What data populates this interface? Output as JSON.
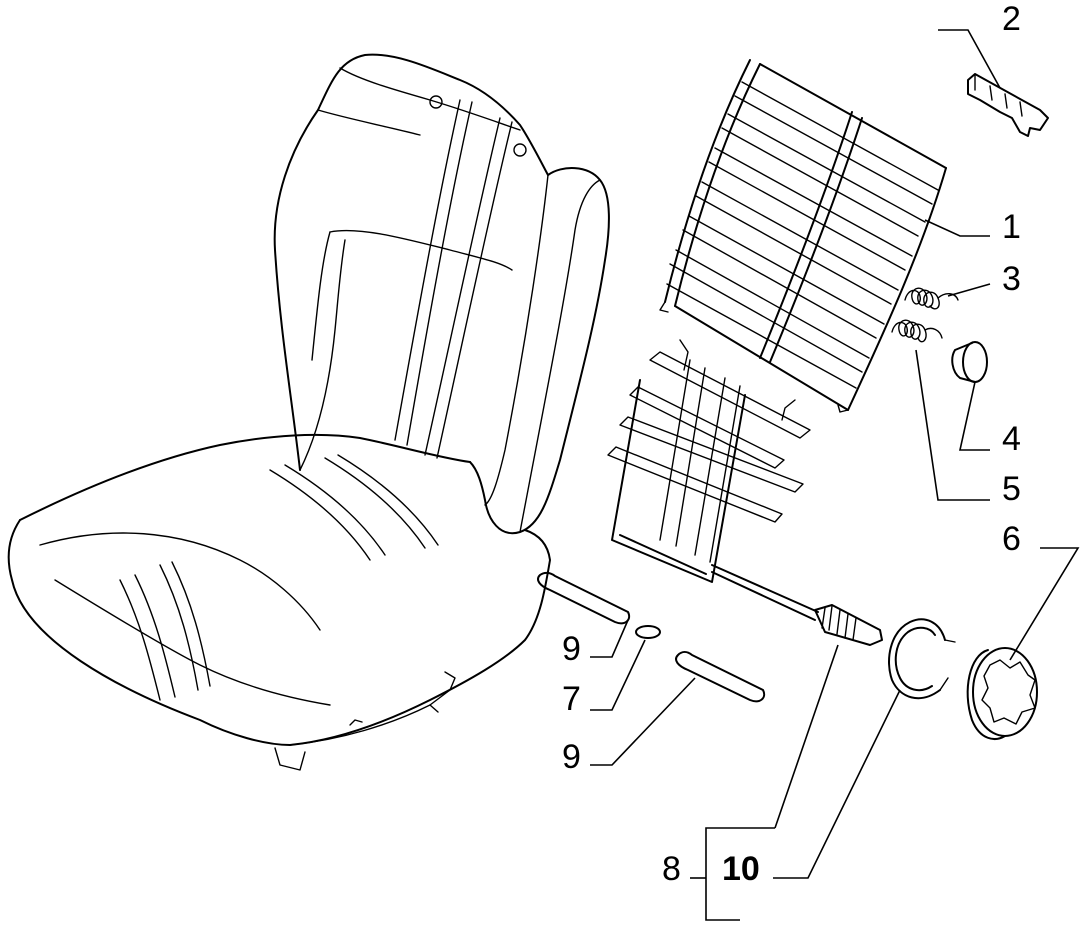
{
  "diagram": {
    "callouts": [
      {
        "id": "c1",
        "text": "1"
      },
      {
        "id": "c2",
        "text": "2"
      },
      {
        "id": "c3",
        "text": "3"
      },
      {
        "id": "c4",
        "text": "4"
      },
      {
        "id": "c5",
        "text": "5"
      },
      {
        "id": "c6",
        "text": "6"
      },
      {
        "id": "c7",
        "text": "7"
      },
      {
        "id": "c8",
        "text": "8"
      },
      {
        "id": "c9a",
        "text": "9"
      },
      {
        "id": "c9b",
        "text": "9"
      },
      {
        "id": "c10",
        "text": "10"
      }
    ]
  }
}
